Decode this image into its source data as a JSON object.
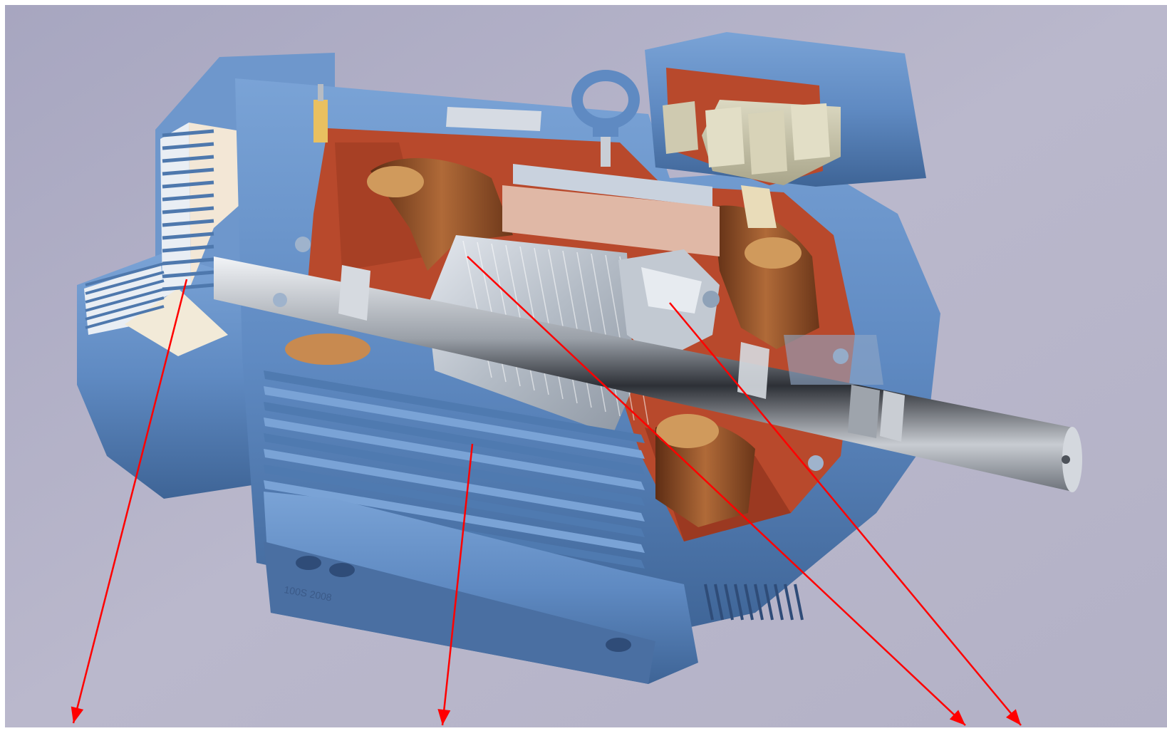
{
  "diagram": {
    "caption": "",
    "callouts": [
      {
        "id": "fan-cover",
        "label": ""
      },
      {
        "id": "stator-frame",
        "label": ""
      },
      {
        "id": "rotor-core",
        "label": ""
      },
      {
        "id": "rotor-end-ring",
        "label": ""
      }
    ],
    "frame_marking": "100S  2008",
    "colors": {
      "backdrop": "#b1afc6",
      "housing": "#5f8ac2",
      "housing_dark": "#3e6496",
      "windings": "#b8492c",
      "copper": "#8a4a25",
      "steel": "#c9ced6",
      "arrow": "#ff0000"
    }
  }
}
